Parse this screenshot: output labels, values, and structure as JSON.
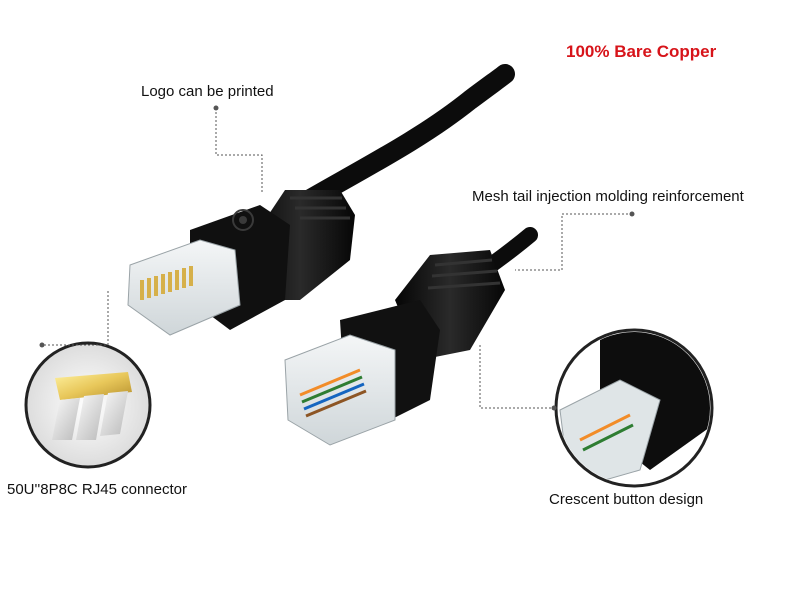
{
  "headline": "100% Bare Copper",
  "callouts": {
    "logo": "Logo can be printed",
    "mesh_tail": "Mesh tail injection molding reinforcement",
    "connector": "50U''8P8C RJ45 connector",
    "crescent": "Crescent button design"
  },
  "colors": {
    "headline": "#d7141a",
    "cable": "#0c0c0c",
    "leader": "#555555",
    "gold": "#e8c75a"
  }
}
